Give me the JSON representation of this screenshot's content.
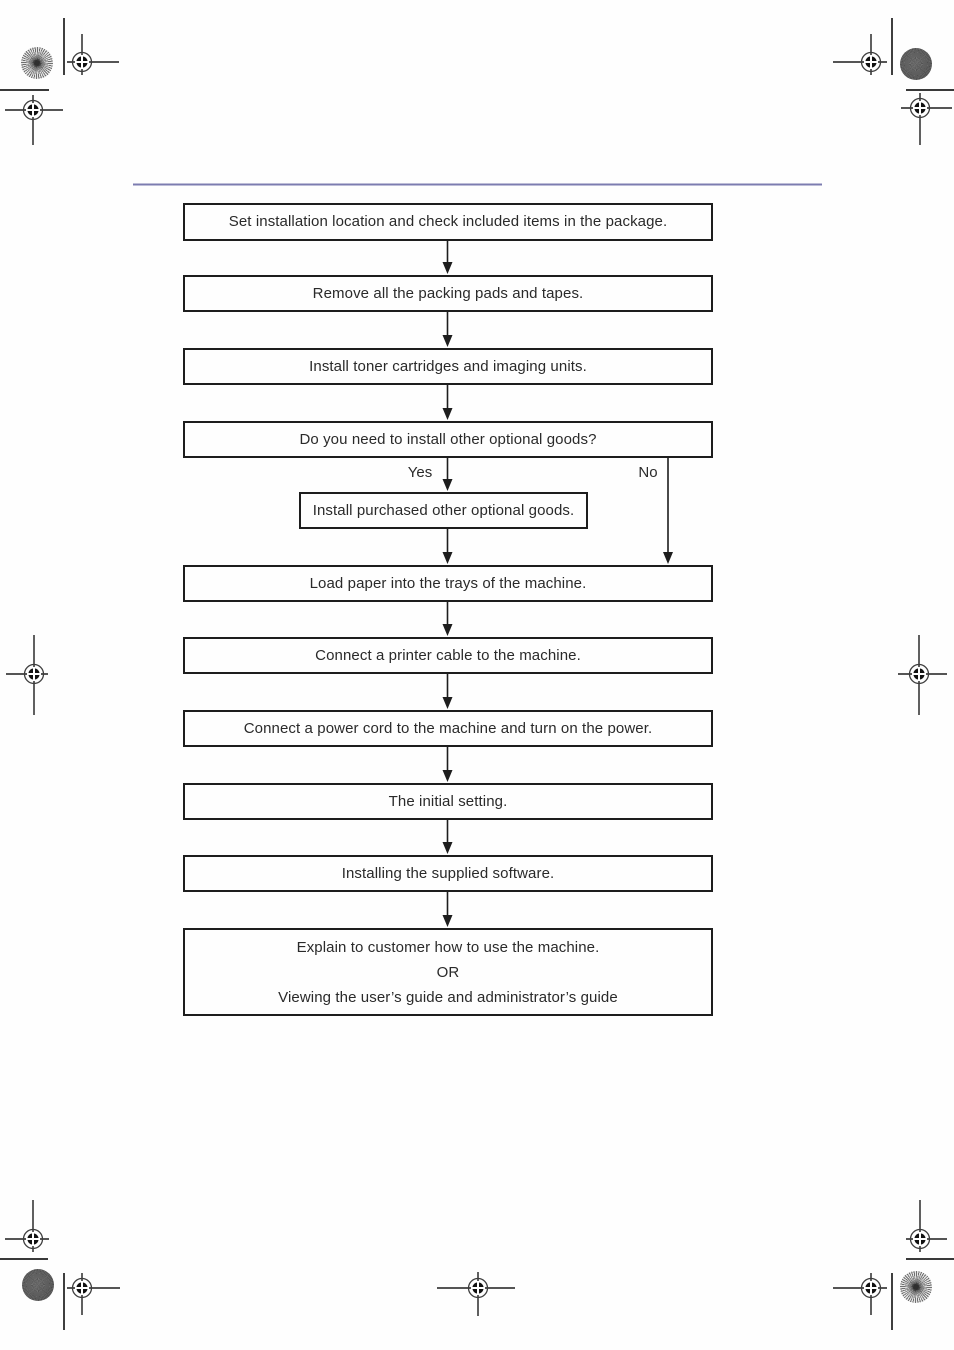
{
  "page": {
    "rule_color": "#7c7cb0",
    "ink_color": "#1d1d1d"
  },
  "flowchart": {
    "steps": [
      {
        "label": "Set installation location and check included items in the package."
      },
      {
        "label": "Remove all the packing pads and tapes."
      },
      {
        "label": "Install toner cartridges and imaging units."
      },
      {
        "label": "Do you need to install other optional goods?"
      },
      {
        "label": "Install purchased other optional goods."
      },
      {
        "label": "Load paper into the trays of the machine."
      },
      {
        "label": "Connect a printer cable to the machine."
      },
      {
        "label": "Connect a power cord to the machine and turn on the power."
      },
      {
        "label": "The initial setting."
      },
      {
        "label": "Installing the supplied software."
      }
    ],
    "final_box": {
      "lines": [
        "Explain to customer how to use the machine.",
        "OR",
        "Viewing the user’s guide and administrator’s guide"
      ]
    },
    "branch_labels": {
      "yes": "Yes",
      "no": "No"
    }
  }
}
